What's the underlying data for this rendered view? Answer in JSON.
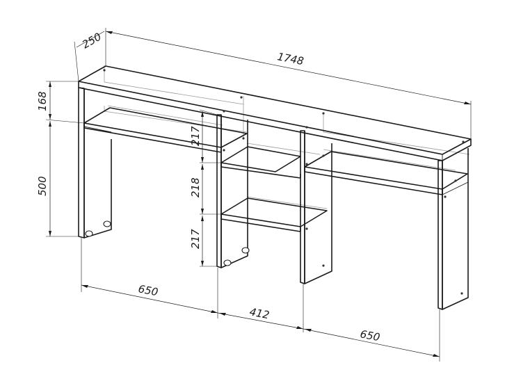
{
  "dimensions": {
    "depth": "250",
    "total_width": "1748",
    "top_gap": "168",
    "height": "500",
    "center_shelf_1": "217",
    "center_shelf_2": "218",
    "center_shelf_3": "217",
    "left_section": "650",
    "center_section": "412",
    "right_section": "650"
  }
}
